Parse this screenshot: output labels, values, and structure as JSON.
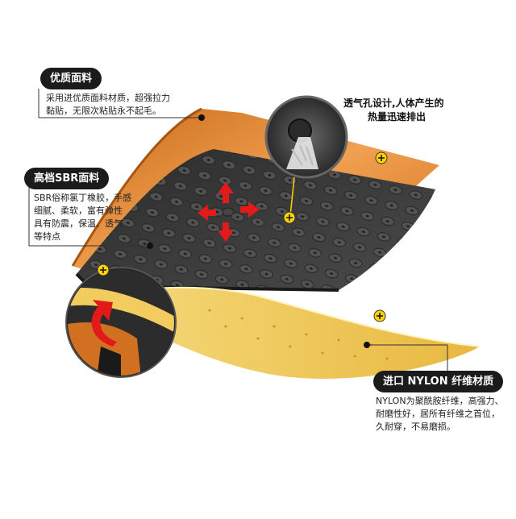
{
  "labels": {
    "face": {
      "title": "优质面料",
      "lines": [
        "采用进优质面料材质，超强拉力",
        "黏贴，无限次粘贴永不起毛。"
      ]
    },
    "sbr": {
      "title": "高档SBR面料",
      "lines": [
        "SBR俗称氯丁橡胶，手感",
        "细腻、柔软，富有弹性",
        "具有防震，保温、透气",
        "等特点"
      ]
    },
    "vent": {
      "lines": [
        "透气孔设计,人体产生的",
        "热量迅速排出"
      ]
    },
    "nylon": {
      "title": "进口 NYLON 纤维材质",
      "lines": [
        "NYLON为聚酰胺纤维，高强力、",
        "耐磨性好，居所有纤维之首位，",
        "久耐穿，不易磨损。"
      ]
    }
  },
  "colors": {
    "orange_layer": "#e08a32",
    "black_layer": "#3a3a3a",
    "yellow_layer": "#f2cc5e",
    "tag_bg": "#1b1b1b",
    "arrow_red": "#e21a1a",
    "marker_yellow": "#ffd400"
  },
  "icons": [
    "heat-arrow-up-icon",
    "heat-arrow-down-icon",
    "heat-arrow-left-icon",
    "heat-arrow-right-icon",
    "curved-arrow-icon",
    "plus-marker-icon"
  ]
}
